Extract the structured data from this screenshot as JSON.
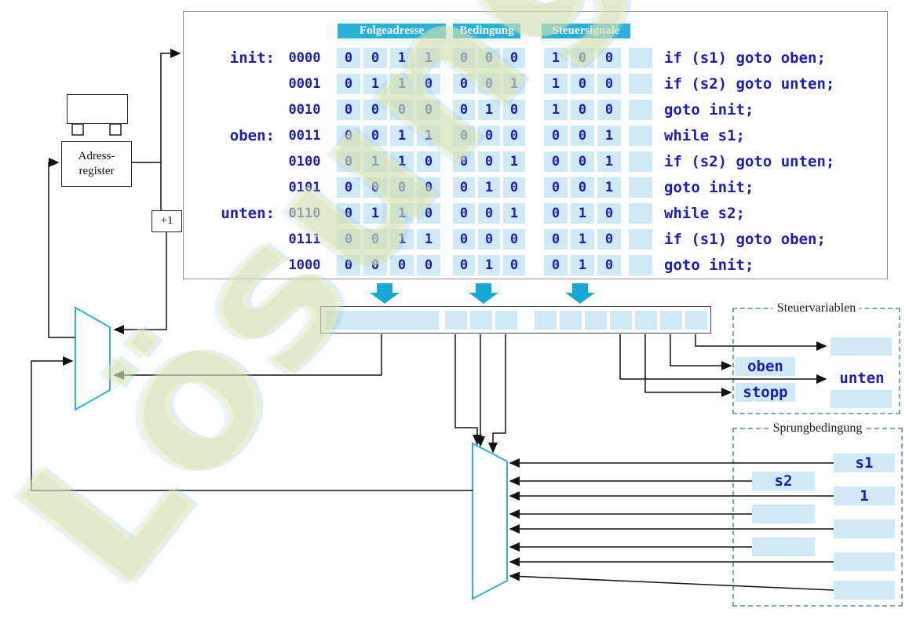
{
  "watermark": {
    "text": "Lösung"
  },
  "table": {
    "headers": [
      "Folgeadresse",
      "Bedingung",
      "Steuersignale"
    ],
    "rows": [
      {
        "label": "init:",
        "address": "0000",
        "folgeadresse": [
          "0",
          "0",
          "1",
          "1"
        ],
        "bedingung": [
          "0",
          "0",
          "0"
        ],
        "steuersignale": [
          "1",
          "0",
          "0"
        ],
        "comment": "if (s1) goto oben;"
      },
      {
        "label": "",
        "address": "0001",
        "folgeadresse": [
          "0",
          "1",
          "1",
          "0"
        ],
        "bedingung": [
          "0",
          "0",
          "1"
        ],
        "steuersignale": [
          "1",
          "0",
          "0"
        ],
        "comment": "if (s2) goto unten;"
      },
      {
        "label": "",
        "address": "0010",
        "folgeadresse": [
          "0",
          "0",
          "0",
          "0"
        ],
        "bedingung": [
          "0",
          "1",
          "0"
        ],
        "steuersignale": [
          "1",
          "0",
          "0"
        ],
        "comment": "goto init;"
      },
      {
        "label": "oben:",
        "address": "0011",
        "folgeadresse": [
          "0",
          "0",
          "1",
          "1"
        ],
        "bedingung": [
          "0",
          "0",
          "0"
        ],
        "steuersignale": [
          "0",
          "0",
          "1"
        ],
        "comment": "while s1;"
      },
      {
        "label": "",
        "address": "0100",
        "folgeadresse": [
          "0",
          "1",
          "1",
          "0"
        ],
        "bedingung": [
          "0",
          "0",
          "1"
        ],
        "steuersignale": [
          "0",
          "0",
          "1"
        ],
        "comment": "if (s2) goto unten;"
      },
      {
        "label": "",
        "address": "0101",
        "folgeadresse": [
          "0",
          "0",
          "0",
          "0"
        ],
        "bedingung": [
          "0",
          "1",
          "0"
        ],
        "steuersignale": [
          "0",
          "0",
          "1"
        ],
        "comment": "goto init;"
      },
      {
        "label": "unten:",
        "address": "0110",
        "folgeadresse": [
          "0",
          "1",
          "1",
          "0"
        ],
        "bedingung": [
          "0",
          "0",
          "1"
        ],
        "steuersignale": [
          "0",
          "1",
          "0"
        ],
        "comment": "while s2;"
      },
      {
        "label": "",
        "address": "0111",
        "folgeadresse": [
          "0",
          "0",
          "1",
          "1"
        ],
        "bedingung": [
          "0",
          "0",
          "0"
        ],
        "steuersignale": [
          "0",
          "1",
          "0"
        ],
        "comment": "if (s1) goto oben;"
      },
      {
        "label": "",
        "address": "1000",
        "folgeadresse": [
          "0",
          "0",
          "0",
          "0"
        ],
        "bedingung": [
          "0",
          "1",
          "0"
        ],
        "steuersignale": [
          "0",
          "1",
          "0"
        ],
        "comment": "goto init;"
      }
    ]
  },
  "left_unit": {
    "address_register_line1": "Adress-",
    "address_register_line2": "register",
    "increment_label": "+1"
  },
  "steuervariablen": {
    "title": "Steuervariablen",
    "oben": "oben",
    "stopp": "stopp",
    "unten": "unten"
  },
  "sprungbedingung": {
    "title": "Sprungbedingung",
    "s1": "s1",
    "s2": "s2",
    "const_one": "1"
  },
  "colors": {
    "header_bar": "#27b0d8",
    "cell_fill": "#cfe9f6",
    "code_text": "#1d1db2",
    "block_arrow": "#17a9d6",
    "mux_stroke": "#2fb3da"
  }
}
